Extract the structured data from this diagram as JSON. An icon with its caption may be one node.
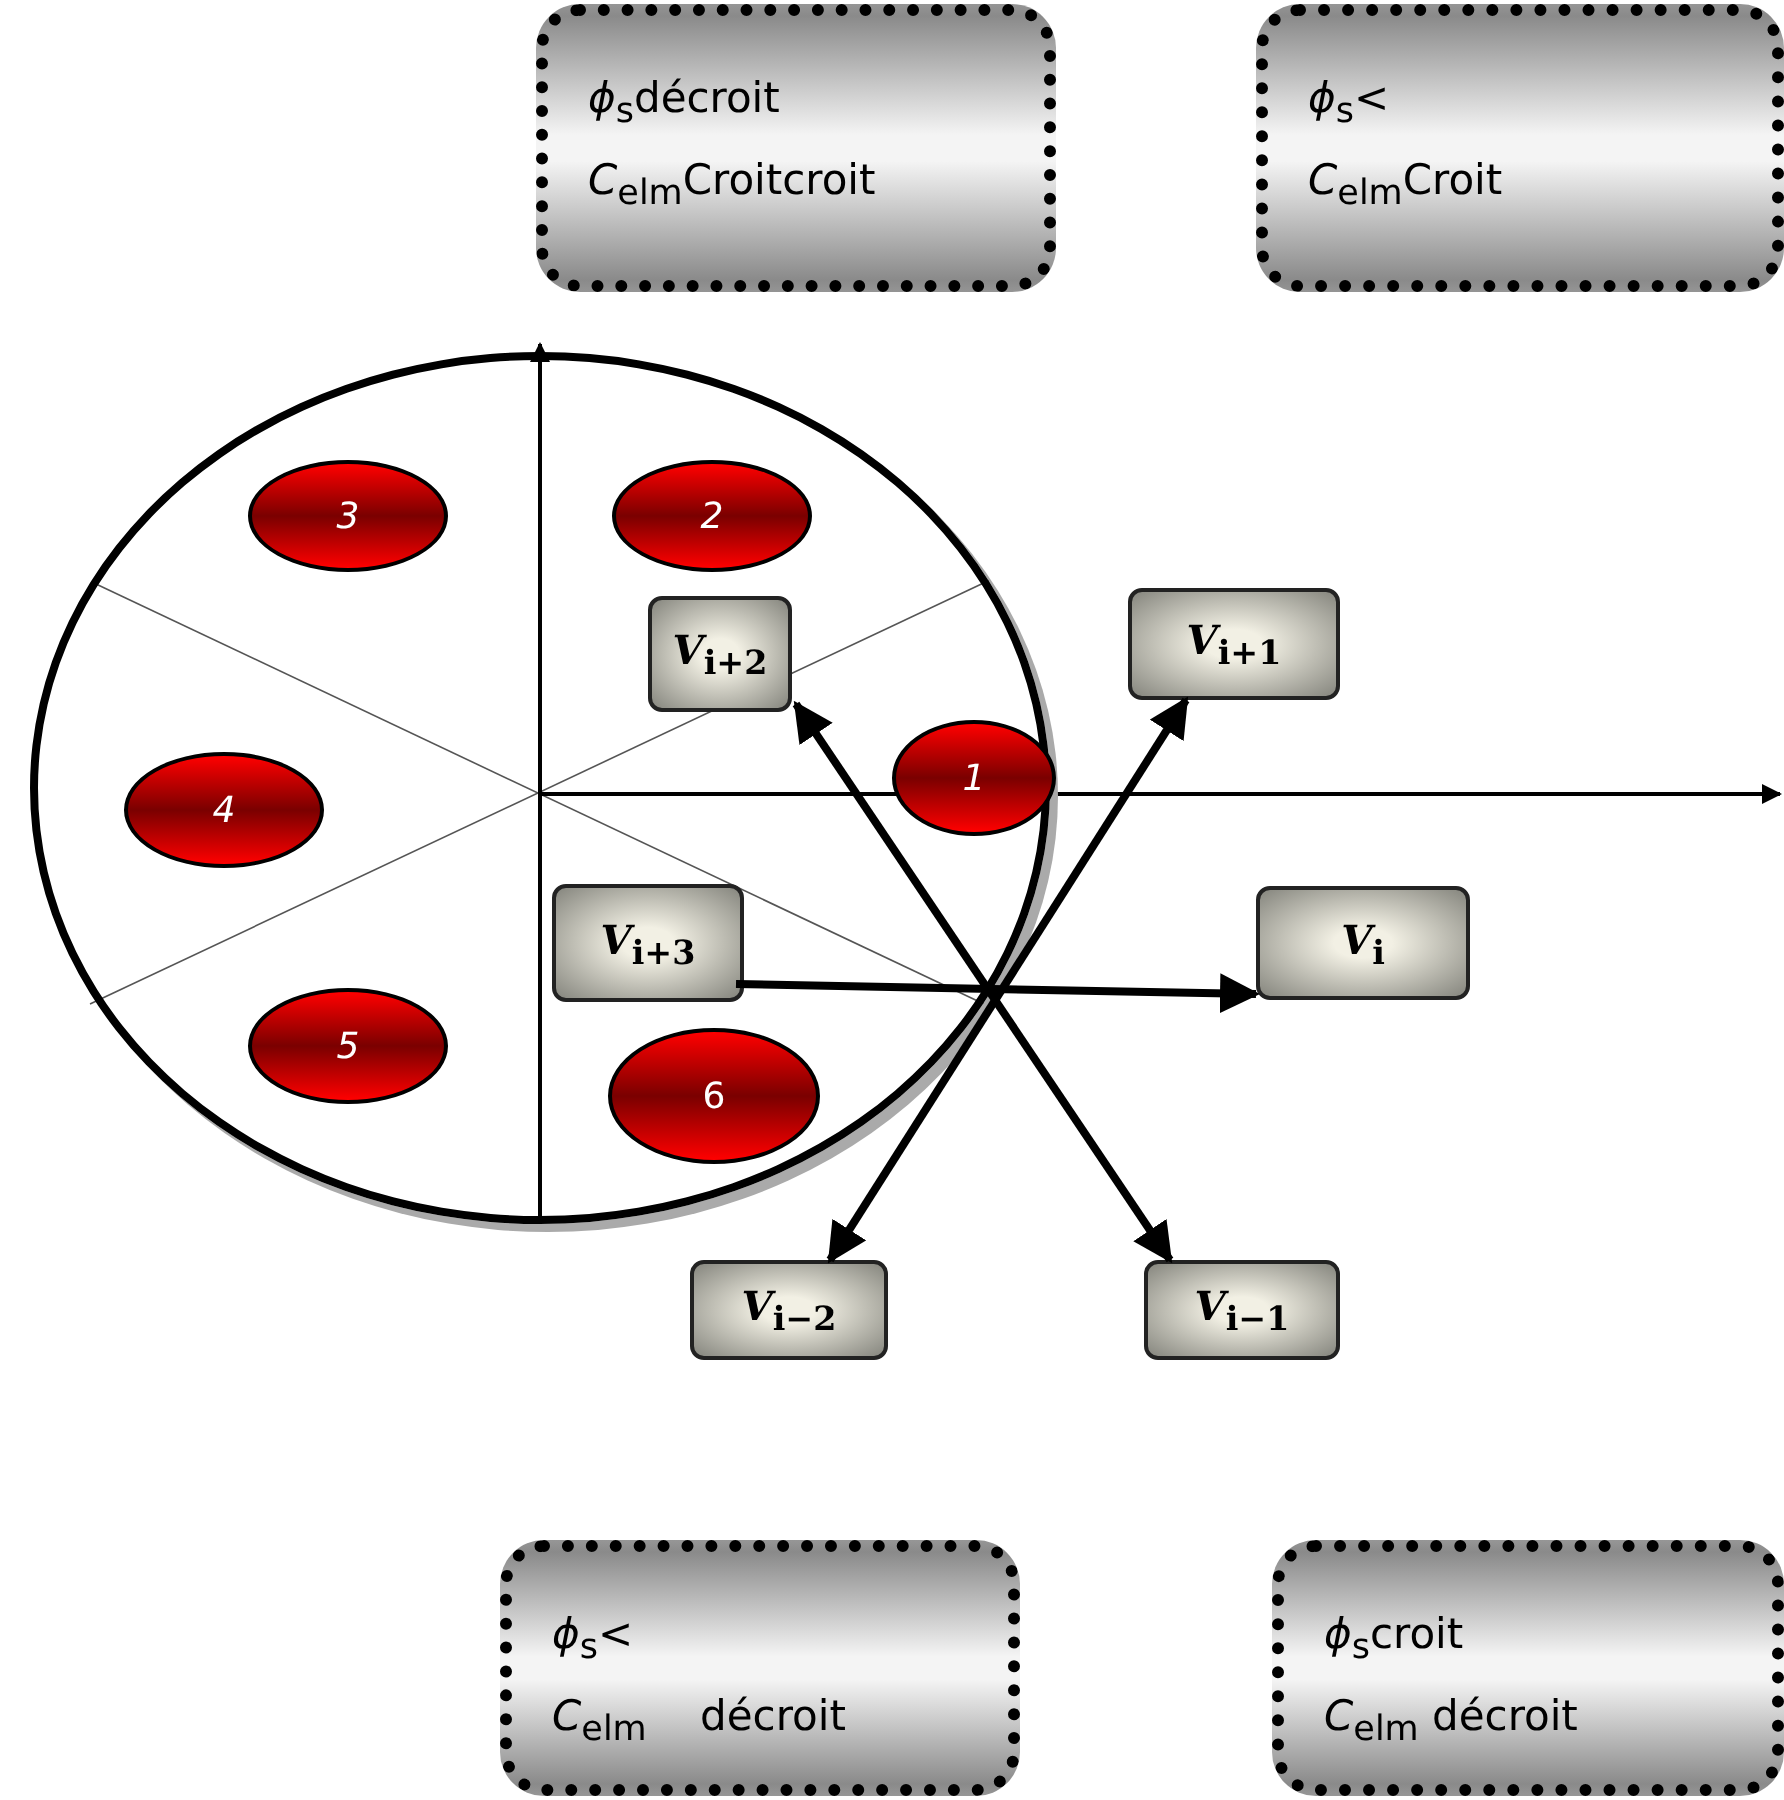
{
  "diagram": {
    "nodes": [
      {
        "text": [
          "*ϕ*$_{s}$décroit",
          "*C*$_{elm}$Croitcroit"
        ]
      },
      {
        "text": [
          "*ϕ*$_{s}$<",
          "*C*$_{elm}$Croit"
        ]
      },
      {
        "text": [],
        "shape": "circle"
      },
      {
        "text": [
          "3"
        ],
        "in": 2
      },
      {
        "text": [
          "2"
        ],
        "in": 2
      },
      {
        "text": [
          "*V*$_{i+2}$"
        ],
        "in": 2
      },
      {
        "text": [
          "*V*$_{i+1}$"
        ]
      },
      {
        "text": [
          "4"
        ],
        "in": 2
      },
      {
        "text": [
          "1"
        ],
        "in": 2
      },
      {
        "text": [
          "*V*$_{i+3}$"
        ],
        "in": 2
      },
      {
        "text": [
          "*V*$_{i}$"
        ]
      },
      {
        "text": [
          "5"
        ],
        "in": 2
      },
      {
        "text": [
          "6"
        ],
        "in": 2
      },
      {
        "text": [
          "*V*$_{i−2}$"
        ]
      },
      {
        "text": [
          "*V*$_{i−1}$"
        ]
      },
      {
        "text": [
          "*ϕ*$_{s}$<",
          "*C*$_{elm}$    décroit"
        ]
      },
      {
        "text": [
          "*ϕ*$_{s}$croit",
          "*C*$_{elm}$ décroit"
        ]
      }
    ],
    "edges": [
      {
        "from": 5,
        "to": 14,
        "arrow": "both"
      },
      {
        "from": 13,
        "to": 6,
        "arrow": "both"
      },
      {
        "from": 9,
        "to": 10,
        "arrow": "to"
      }
    ]
  }
}
